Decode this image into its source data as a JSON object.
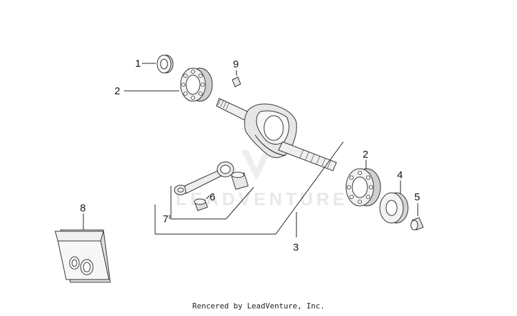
{
  "diagram": {
    "callouts": {
      "c1": "1",
      "c2a": "2",
      "c9": "9",
      "c2b": "2",
      "c4": "4",
      "c5": "5",
      "c8": "8",
      "c6": "6",
      "c7": "7",
      "c3": "3"
    },
    "watermark": "LEADVENTURE",
    "colors": {
      "part_fill": "#f2f2f2",
      "part_shadow": "#cfcfcf",
      "stroke": "#333333"
    }
  },
  "footer": {
    "credit": "Rencered by LeadVenture, Inc."
  }
}
